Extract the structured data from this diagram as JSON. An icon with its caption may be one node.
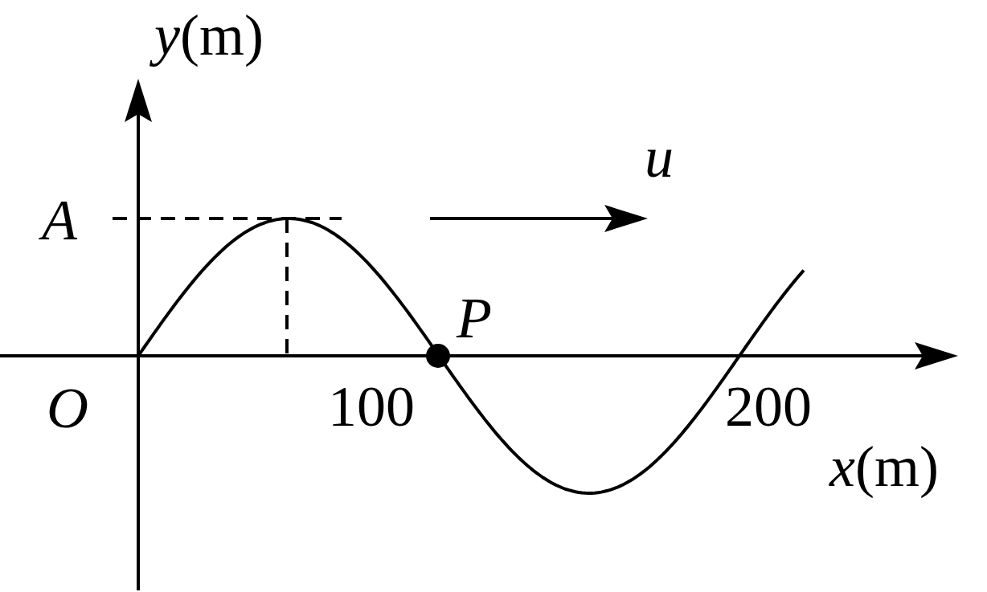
{
  "diagram": {
    "labels": [
      "*y*(m)",
      "A",
      "u",
      "P",
      "O",
      "100",
      "200",
      "*x*(m)"
    ]
  }
}
